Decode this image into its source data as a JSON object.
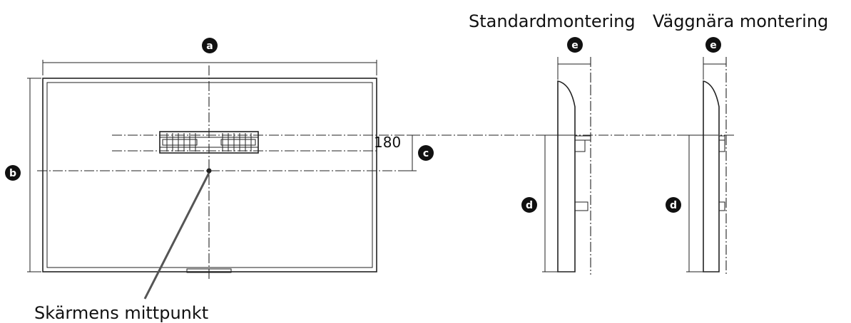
{
  "headings": {
    "standard": "Standardmontering",
    "wall_close": "Väggnära montering"
  },
  "callouts": {
    "center_point": "Skärmens mittpunkt",
    "offset_value": "180"
  },
  "badges": {
    "a": "a",
    "b": "b",
    "c": "c",
    "d": "d",
    "e": "e"
  },
  "colors": {
    "line": "#222222",
    "badge_fill": "#111111",
    "background": "#ffffff"
  }
}
